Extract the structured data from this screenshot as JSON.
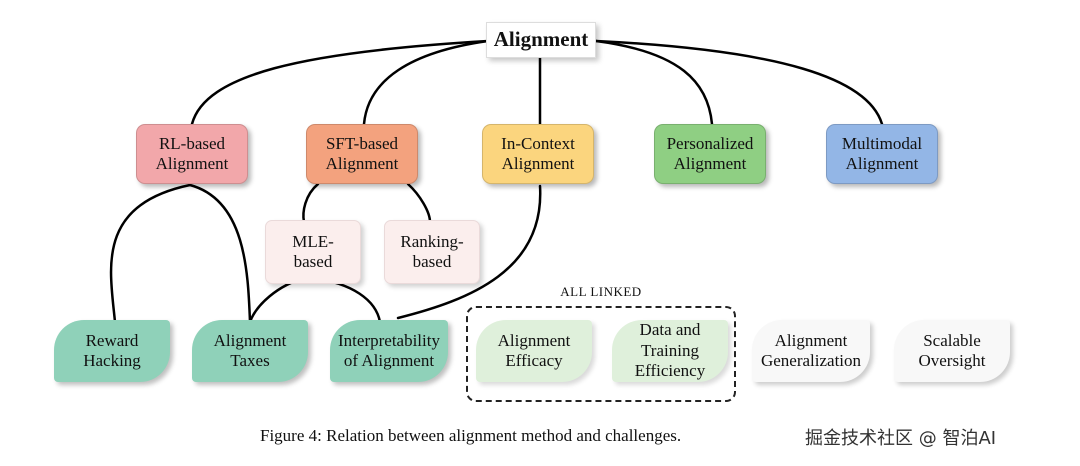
{
  "root": {
    "label": "Alignment"
  },
  "methods": {
    "rl": {
      "label": "RL-based\nAlignment",
      "color": "#f2a7aa"
    },
    "sft": {
      "label": "SFT-based\nAlignment",
      "color": "#f3a27e"
    },
    "icl": {
      "label": "In-Context\nAlignment",
      "color": "#fbd57e"
    },
    "personalized": {
      "label": "Personalized\nAlignment",
      "color": "#8fcf83"
    },
    "multimodal": {
      "label": "Multimodal\nAlignment",
      "color": "#93b6e6"
    }
  },
  "sft_subtypes": {
    "mle": {
      "label": "MLE-\nbased"
    },
    "ranking": {
      "label": "Ranking-\nbased"
    }
  },
  "challenges": {
    "reward_hacking": {
      "label": "Reward\nHacking"
    },
    "alignment_taxes": {
      "label": "Alignment\nTaxes"
    },
    "interpretability": {
      "label": "Interpretability\nof Alignment"
    },
    "efficacy": {
      "label": "Alignment\nEfficacy"
    },
    "data_efficiency": {
      "label": "Data and\nTraining\nEfficiency"
    },
    "generalization": {
      "label": "Alignment\nGeneralization"
    },
    "oversight": {
      "label": "Scalable\nOversight"
    }
  },
  "group": {
    "label": "ALL LINKED"
  },
  "caption": "Figure 4: Relation between alignment method and challenges.",
  "watermark": "掘金技术社区 @ 智泊AI"
}
